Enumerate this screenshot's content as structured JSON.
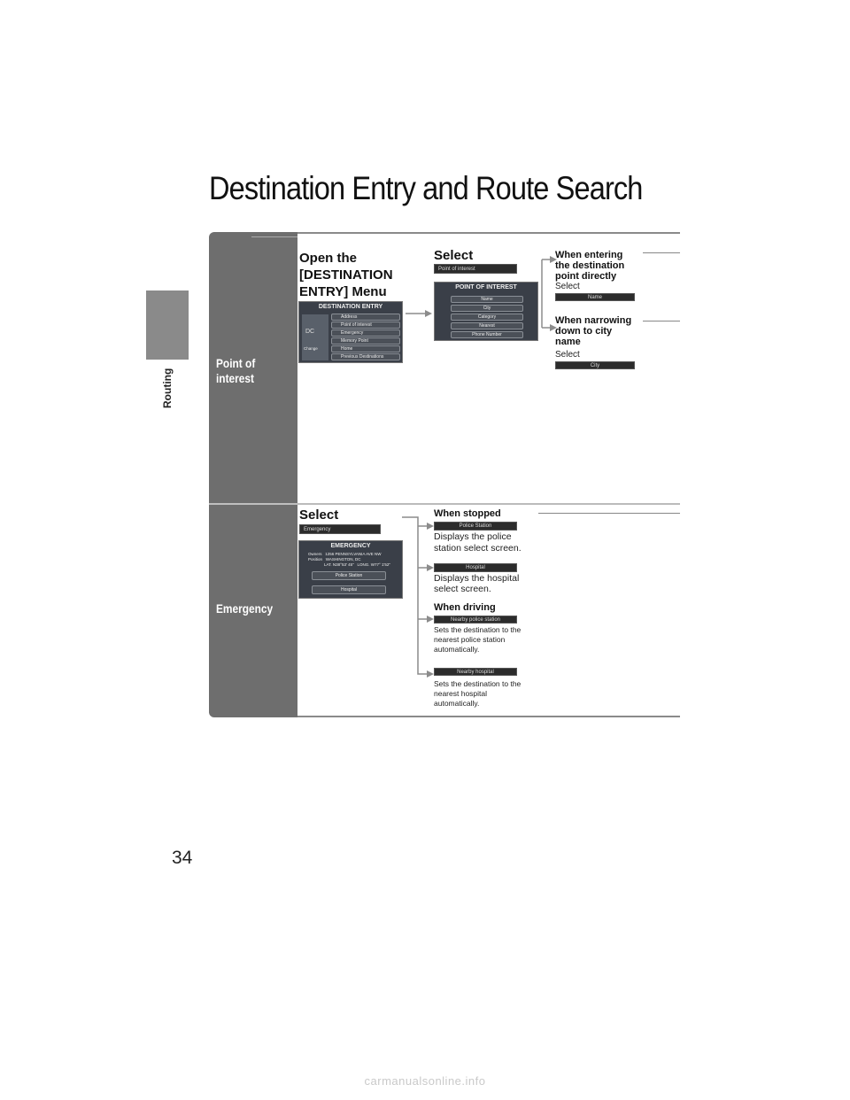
{
  "side_tab": {
    "label": "Routing"
  },
  "title": "Destination Entry and Route Search",
  "rows": {
    "poi": {
      "label_line1": "Point of",
      "label_line2": "interest"
    },
    "emergency": {
      "label": "Emergency"
    }
  },
  "poi": {
    "open_line1": "Open the",
    "open_line2": "[DESTINATION",
    "open_line3": "ENTRY] Menu",
    "dest_screen": {
      "title": "DESTINATION ENTRY",
      "items": [
        "Address",
        "Point of interest",
        "Emergency",
        "Memory Point",
        "Home",
        "Previous Destinations"
      ],
      "left_badge": "DC",
      "change": "Change"
    },
    "select_label": "Select",
    "select_button": "Point of interest",
    "poi_screen": {
      "title": "POINT OF INTEREST",
      "items": [
        "Name",
        "City",
        "Category",
        "Nearest",
        "Phone Number"
      ]
    },
    "branch1": {
      "line1": "When entering",
      "line2": "the destination",
      "line3": "point directly",
      "select": "Select",
      "button": "Name"
    },
    "branch2": {
      "line1": "When narrowing",
      "line2": "down to city",
      "line3": "name",
      "select": "Select",
      "button": "City"
    }
  },
  "emergency": {
    "select_label": "Select",
    "select_button": "Emergency",
    "screen": {
      "title": "EMERGENCY",
      "owner_label": "Owners",
      "owner_value": "1256 PENNSYLVANIA AVE NW",
      "position_label": "Position",
      "position_value": "WASHINGTON, DC",
      "lat": "LAT. N38°53' 45\"",
      "long": "LONG. W77° 1'52\"",
      "btn1": "Police Station",
      "btn2": "Hospital"
    },
    "stopped_head": "When stopped",
    "police_btn": "Police Station",
    "police_desc1": "Displays the police",
    "police_desc2": "station select screen.",
    "hospital_btn": "Hospital",
    "hospital_desc1": "Displays the hospital",
    "hospital_desc2": "select screen.",
    "driving_head": "When driving",
    "near_police_btn": "Nearby police station",
    "near_police_desc1": "Sets the destination to the",
    "near_police_desc2": "nearest police station",
    "near_police_desc3": "automatically.",
    "near_hosp_btn": "Nearby hospital",
    "near_hosp_desc1": "Sets the destination to the",
    "near_hosp_desc2": "nearest hospital",
    "near_hosp_desc3": "automatically."
  },
  "page_number": "34",
  "watermark": "carmanualsonline.info"
}
